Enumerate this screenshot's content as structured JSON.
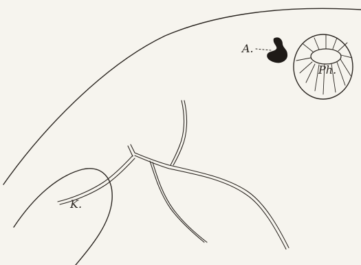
{
  "labels": {
    "a": "A.",
    "ph": "Ph.",
    "k": "K."
  },
  "colors": {
    "paper": "#f6f4ee",
    "ink": "#2a2520",
    "blob": "#1e1a17"
  }
}
